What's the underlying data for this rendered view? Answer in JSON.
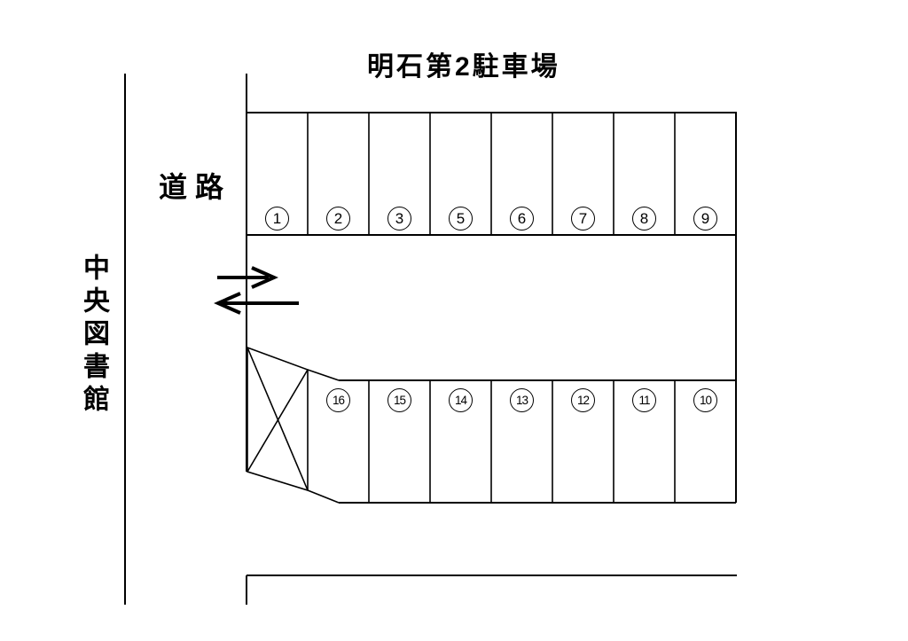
{
  "title": "明石第2駐車場",
  "labels": {
    "road": "道路",
    "library": "中央図書館"
  },
  "spaces": {
    "top_row": [
      "1",
      "2",
      "3",
      "5",
      "6",
      "7",
      "8",
      "9"
    ],
    "bottom_row": [
      "16",
      "15",
      "14",
      "13",
      "12",
      "11",
      "10"
    ]
  },
  "icons": {
    "entry": "right-arrow-icon",
    "exit": "left-arrow-icon",
    "blocked_area": "x-cross-mark"
  },
  "colors": {
    "line": "#000000",
    "background": "#ffffff"
  }
}
